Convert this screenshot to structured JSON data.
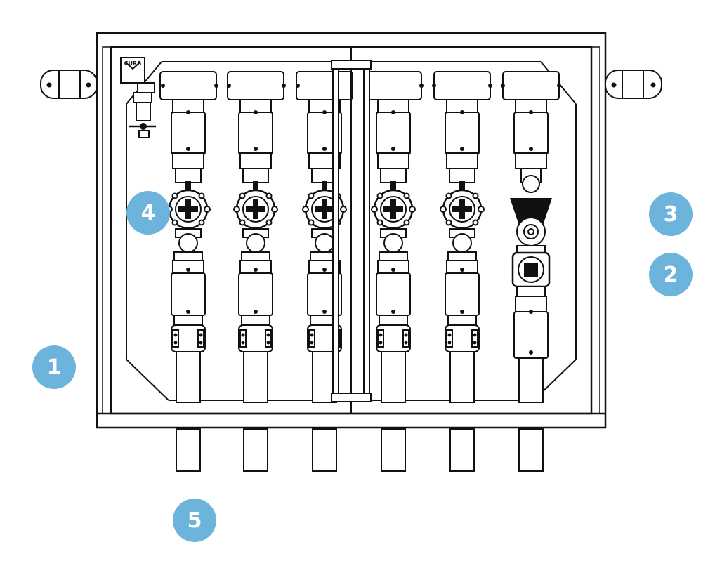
{
  "diagram": {
    "logo_text": "CURB",
    "callout_color": "#6cb4dc",
    "line_color": "#111111",
    "callouts": [
      {
        "label": "1"
      },
      {
        "label": "2"
      },
      {
        "label": "3"
      },
      {
        "label": "4"
      },
      {
        "label": "5"
      }
    ],
    "left_valve_branches": 5,
    "right_regulator_branches": 1
  }
}
